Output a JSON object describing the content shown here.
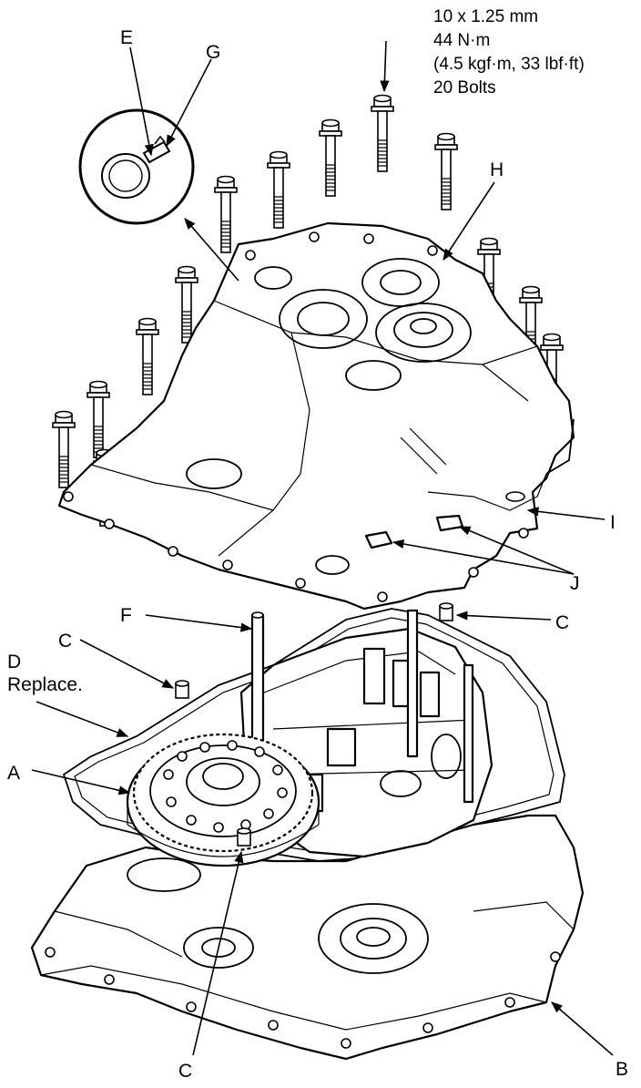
{
  "torque_spec": {
    "line1": "10 x 1.25 mm",
    "line2": "44 N·m",
    "line3": "(4.5 kgf·m, 33 lbf·ft)",
    "line4": "20 Bolts"
  },
  "labels": {
    "A": "A",
    "B": "B",
    "C_top_right": "C",
    "C_left": "C",
    "C_bottom": "C",
    "D": "D",
    "D_note": "Replace.",
    "E": "E",
    "F": "F",
    "G": "G",
    "H": "H",
    "I": "I",
    "J": "J"
  },
  "colors": {
    "line": "#000000",
    "background": "#ffffff"
  },
  "icons": {
    "bolt": "bolt-icon",
    "dowel": "dowel-pin-icon",
    "magnifier": "detail-circle"
  }
}
